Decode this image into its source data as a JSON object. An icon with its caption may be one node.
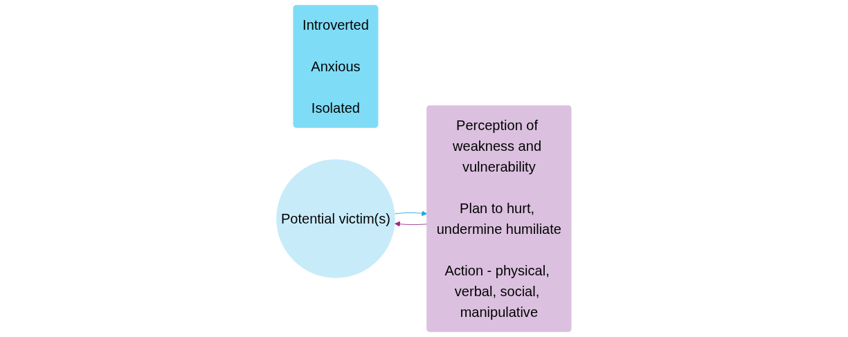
{
  "diagram": {
    "nodes": [
      {
        "text": [
          "Introverted",
          "Anxious",
          "Isolated"
        ]
      },
      {
        "text": [
          "Potential victim(s)"
        ]
      },
      {
        "text": [
          "Perception of weakness and vulnerability",
          "Plan to hurt, undermine humiliate",
          "Action - physical, verbal, social, manipulative"
        ]
      }
    ],
    "edges": [
      {
        "from": 2,
        "to": 1,
        "arrow": "to",
        "color": "#9b2a8c"
      },
      {
        "from": 1,
        "to": 2,
        "arrow": "to",
        "color": "#1ea8e0"
      }
    ]
  }
}
